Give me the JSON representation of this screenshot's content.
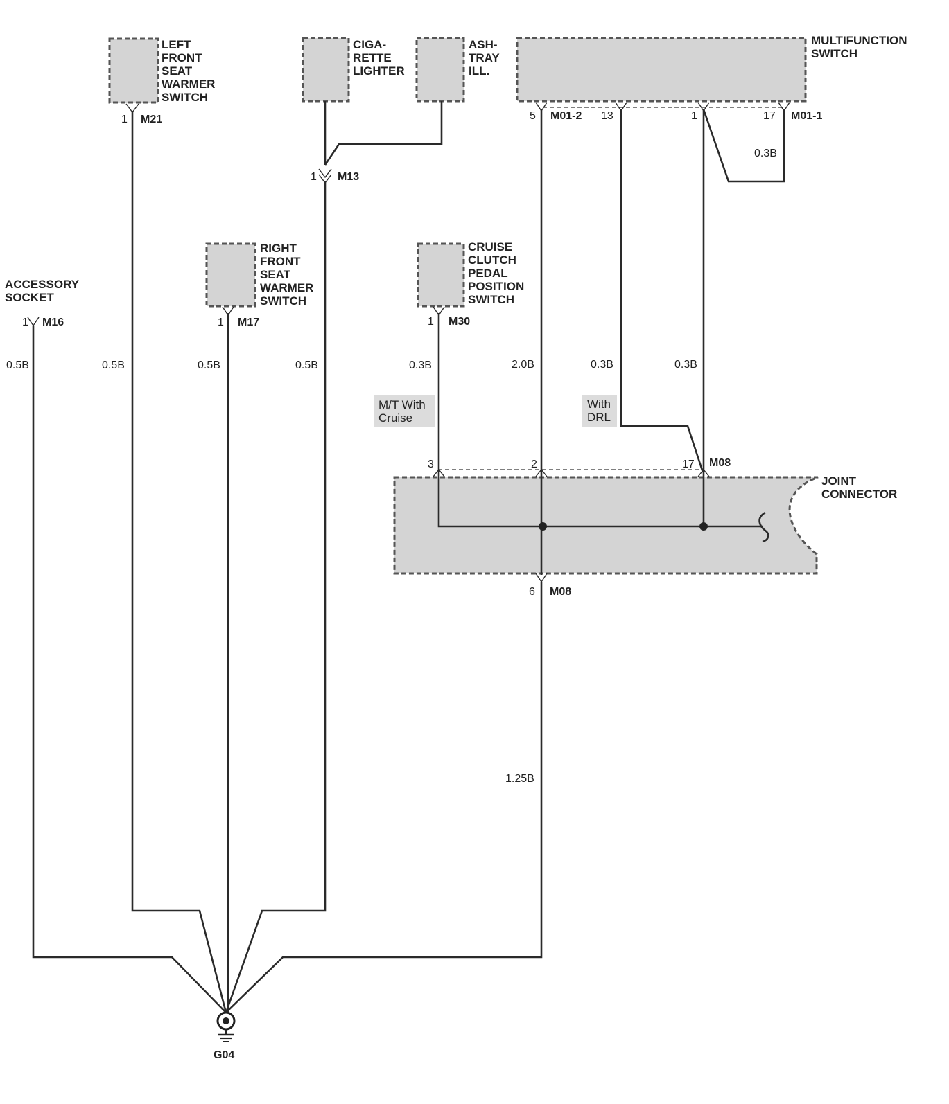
{
  "components": {
    "left_seat": [
      "LEFT",
      "FRONT",
      "SEAT",
      "WARMER",
      "SWITCH"
    ],
    "cigarette": [
      "CIGA-",
      "RETTE",
      "LIGHTER"
    ],
    "ashtray": [
      "ASH-",
      "TRAY",
      "ILL."
    ],
    "multifunction": [
      "MULTIFUNCTION",
      "SWITCH"
    ],
    "accessory": [
      "ACCESSORY",
      "SOCKET"
    ],
    "right_seat": [
      "RIGHT",
      "FRONT",
      "SEAT",
      "WARMER",
      "SWITCH"
    ],
    "cruise": [
      "CRUISE",
      "CLUTCH",
      "PEDAL",
      "POSITION",
      "SWITCH"
    ],
    "joint": [
      "JOINT",
      "CONNECTOR"
    ]
  },
  "connectors": {
    "m21": "M21",
    "m13": "M13",
    "m01_2": "M01-2",
    "m01_1": "M01-1",
    "m16": "M16",
    "m17": "M17",
    "m30": "M30",
    "m08_top": "M08",
    "m08_bot": "M08",
    "ground": "G04"
  },
  "pins": {
    "m21": "1",
    "m13": "1",
    "m01_5": "5",
    "m01_13": "13",
    "m01_1": "1",
    "m01_17": "17",
    "m16": "1",
    "m17": "1",
    "m30": "1",
    "j3": "3",
    "j2": "2",
    "j17": "17",
    "j6": "6"
  },
  "wires": {
    "accessory": "0.5B",
    "left_seat": "0.5B",
    "right_seat": "0.5B",
    "cigarette": "0.5B",
    "cruise": "0.3B",
    "m01_5": "2.0B",
    "m01_13": "0.3B",
    "m01_1": "0.3B",
    "m01_17": "0.3B",
    "ground": "1.25B"
  },
  "notes": {
    "mt_cruise": [
      "M/T With",
      "Cruise"
    ],
    "drl": [
      "With",
      "DRL"
    ]
  }
}
